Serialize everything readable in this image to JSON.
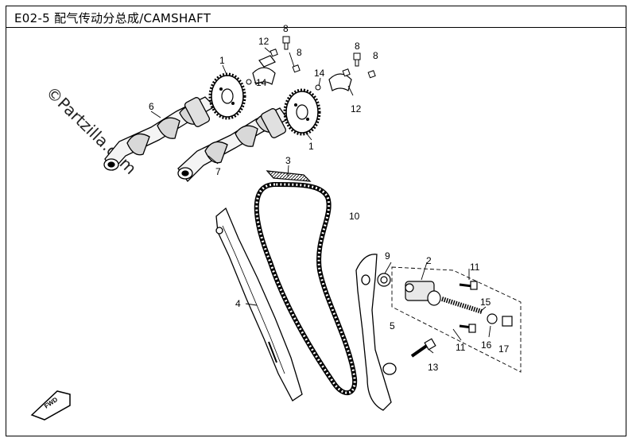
{
  "header": {
    "title": "E02-5  配气传动分总成/CAMSHAFT"
  },
  "watermark": "©Partzilla.com",
  "fwd_badge": "FWD",
  "callouts": [
    {
      "id": "c1a",
      "label": "1"
    },
    {
      "id": "c1b",
      "label": "1"
    },
    {
      "id": "c2",
      "label": "2"
    },
    {
      "id": "c3",
      "label": "3"
    },
    {
      "id": "c4",
      "label": "4"
    },
    {
      "id": "c5",
      "label": "5"
    },
    {
      "id": "c6",
      "label": "6"
    },
    {
      "id": "c7",
      "label": "7"
    },
    {
      "id": "c8a",
      "label": "8"
    },
    {
      "id": "c8b",
      "label": "8"
    },
    {
      "id": "c8c",
      "label": "8"
    },
    {
      "id": "c8d",
      "label": "8"
    },
    {
      "id": "c9",
      "label": "9"
    },
    {
      "id": "c10",
      "label": "10"
    },
    {
      "id": "c11a",
      "label": "11"
    },
    {
      "id": "c11b",
      "label": "11"
    },
    {
      "id": "c12a",
      "label": "12"
    },
    {
      "id": "c12b",
      "label": "12"
    },
    {
      "id": "c13",
      "label": "13"
    },
    {
      "id": "c14a",
      "label": "14"
    },
    {
      "id": "c14b",
      "label": "14"
    },
    {
      "id": "c15",
      "label": "15"
    },
    {
      "id": "c16",
      "label": "16"
    },
    {
      "id": "c17",
      "label": "17"
    }
  ]
}
